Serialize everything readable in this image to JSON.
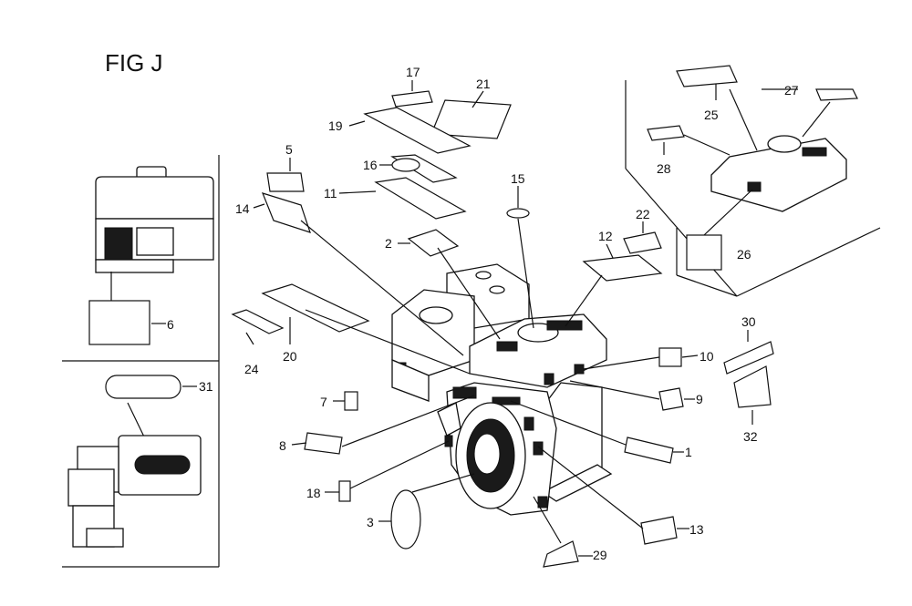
{
  "figure": {
    "title": "FIG J"
  },
  "labels": {
    "l1": "1",
    "l2": "2",
    "l3": "3",
    "l5": "5",
    "l6": "6",
    "l7": "7",
    "l8": "8",
    "l9": "9",
    "l10": "10",
    "l11": "11",
    "l12": "12",
    "l13": "13",
    "l14": "14",
    "l15": "15",
    "l16": "16",
    "l17": "17",
    "l18": "18",
    "l19": "19",
    "l20": "20",
    "l21": "21",
    "l22": "22",
    "l24": "24",
    "l25": "25",
    "l26": "26",
    "l27": "27",
    "l28": "28",
    "l29": "29",
    "l30": "30",
    "l31": "31",
    "l32": "32"
  }
}
